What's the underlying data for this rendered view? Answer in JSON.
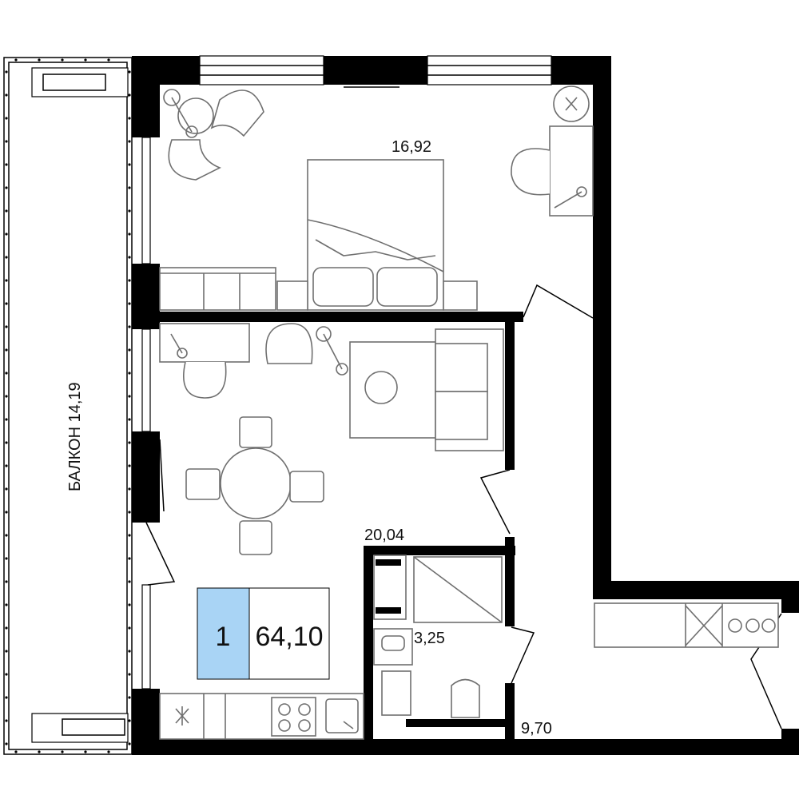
{
  "plan": {
    "rooms": {
      "bedroom_area": "16,92",
      "living_area": "20,04",
      "bathroom_area": "3,25",
      "hall_area": "9,70",
      "balcony_label": "БАЛКОН 14,19"
    },
    "badge": {
      "rooms_count": "1",
      "total_area": "64,10"
    },
    "colors": {
      "wall": "#000000",
      "furniture_stroke": "#6f6f6f",
      "badge_fill": "#a9d4f5"
    }
  }
}
